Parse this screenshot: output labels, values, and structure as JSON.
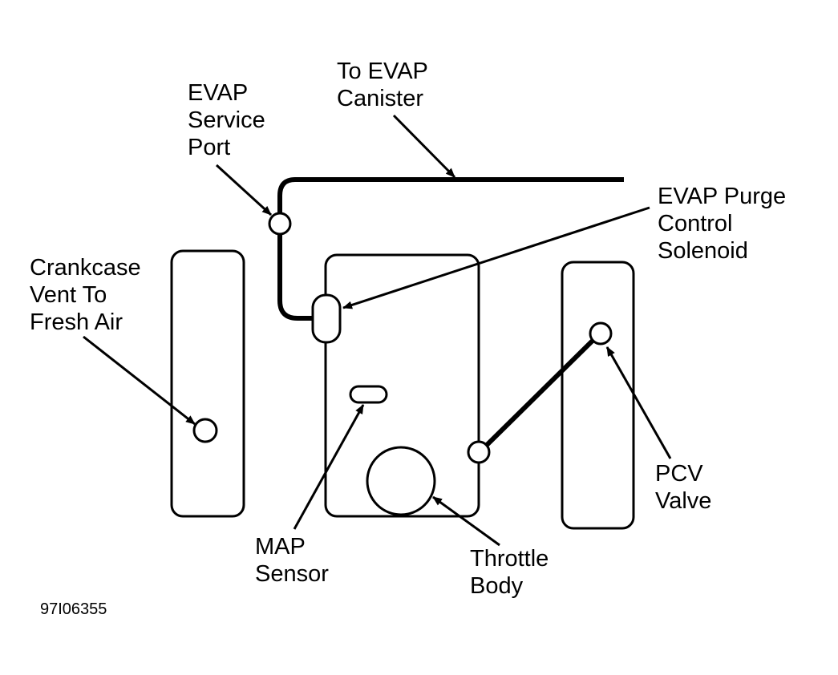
{
  "labels": {
    "to_evap_canister": [
      "To EVAP",
      "Canister"
    ],
    "evap_service_port": [
      "EVAP",
      "Service",
      "Port"
    ],
    "evap_purge_control_solenoid": [
      "EVAP Purge",
      "Control",
      "Solenoid"
    ],
    "crankcase_vent": [
      "Crankcase",
      "Vent To",
      "Fresh Air"
    ],
    "map_sensor": [
      "MAP",
      "Sensor"
    ],
    "throttle_body": [
      "Throttle",
      "Body"
    ],
    "pcv_valve": [
      "PCV",
      "Valve"
    ]
  },
  "figure_id": "97I06355",
  "colors": {
    "ink": "#000000",
    "background": "#ffffff"
  }
}
